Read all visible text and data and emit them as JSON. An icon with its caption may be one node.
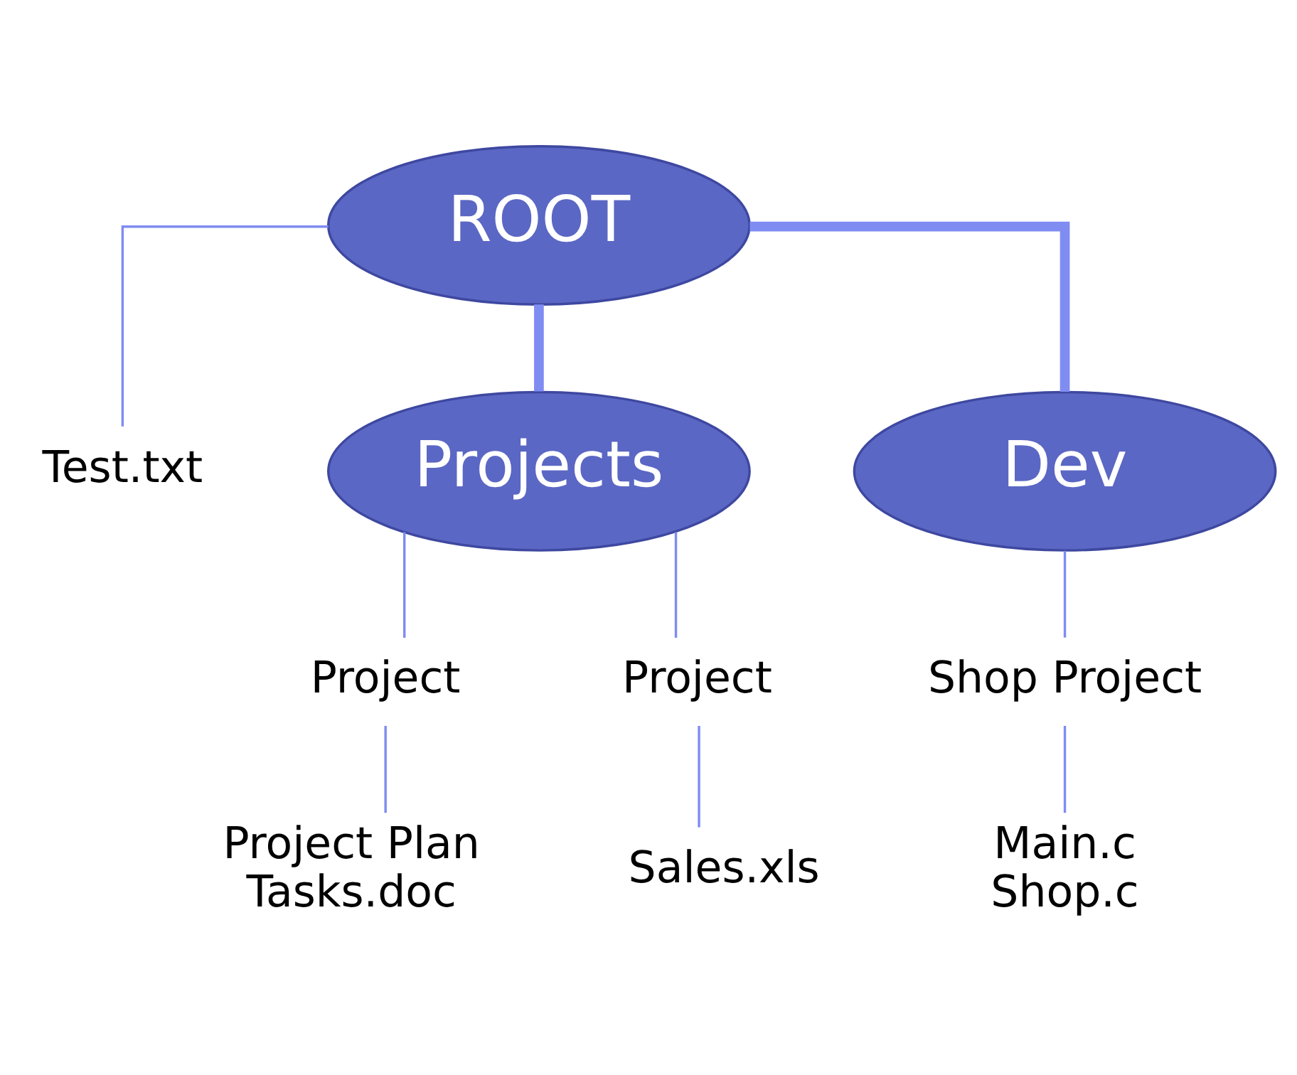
{
  "diagram": {
    "nodes": [
      {
        "text": [
          "ROOT"
        ]
      },
      {
        "text": [
          "Test.txt"
        ]
      },
      {
        "text": [
          "Projects"
        ]
      },
      {
        "text": [
          "Dev"
        ]
      },
      {
        "text": [
          "Project"
        ]
      },
      {
        "text": [
          "Project Plan",
          "Tasks.doc"
        ]
      },
      {
        "text": [
          "Project"
        ]
      },
      {
        "text": [
          "Sales.xls"
        ]
      },
      {
        "text": [
          "Shop Project"
        ]
      },
      {
        "text": [
          "Main.c",
          "Shop.c"
        ]
      }
    ],
    "edges": [
      {
        "from": 0,
        "to": 1,
        "arrow": "none"
      },
      {
        "from": 0,
        "to": 2,
        "arrow": "none",
        "style": "thick"
      },
      {
        "from": 0,
        "to": 3,
        "arrow": "none",
        "style": "thick"
      },
      {
        "from": 2,
        "to": 4,
        "arrow": "none"
      },
      {
        "from": 4,
        "to": 5,
        "arrow": "none"
      },
      {
        "from": 2,
        "to": 6,
        "arrow": "none"
      },
      {
        "from": 6,
        "to": 7,
        "arrow": "none"
      },
      {
        "from": 3,
        "to": 8,
        "arrow": "none"
      },
      {
        "from": 8,
        "to": 9,
        "arrow": "none"
      }
    ]
  }
}
